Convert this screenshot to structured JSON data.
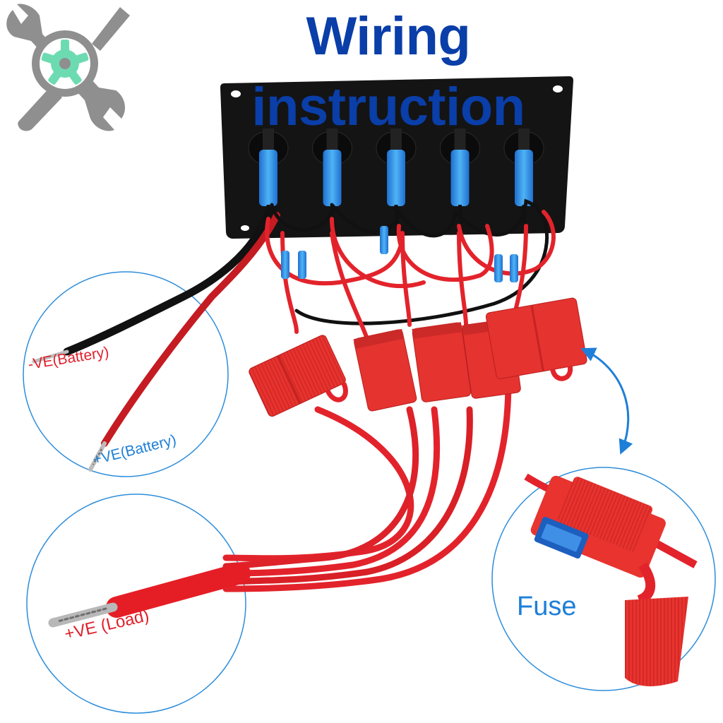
{
  "title": "Wiring instruction",
  "logo": {
    "icon": "wrench-screwdriver-gear-logo",
    "colors": {
      "tools": "#8f8f8f",
      "gear": "#6ddbb2"
    }
  },
  "panel": {
    "switch_count": 5,
    "colors": {
      "plate": "#141414",
      "connector": "#2f8fe8",
      "wire_positive": "#e3232b",
      "wire_negative": "#111111",
      "fuse_holder": "#e8332f"
    }
  },
  "callouts": [
    {
      "id": "battery",
      "labels": [
        {
          "id": "negative",
          "text": "-VE(Battery)",
          "color": "#e1202b"
        },
        {
          "id": "positive",
          "text": "+VE(Battery)",
          "color": "#1e7fd8"
        }
      ]
    },
    {
      "id": "load",
      "labels": [
        {
          "id": "load",
          "text": "+VE (Load)",
          "color": "#e1202b"
        }
      ]
    },
    {
      "id": "fuse",
      "labels": [
        {
          "id": "fuse",
          "text": "Fuse",
          "color": "#1e7fd8"
        }
      ]
    }
  ],
  "accent_color": "#1e7fd8",
  "title_color": "#0a3ea8"
}
